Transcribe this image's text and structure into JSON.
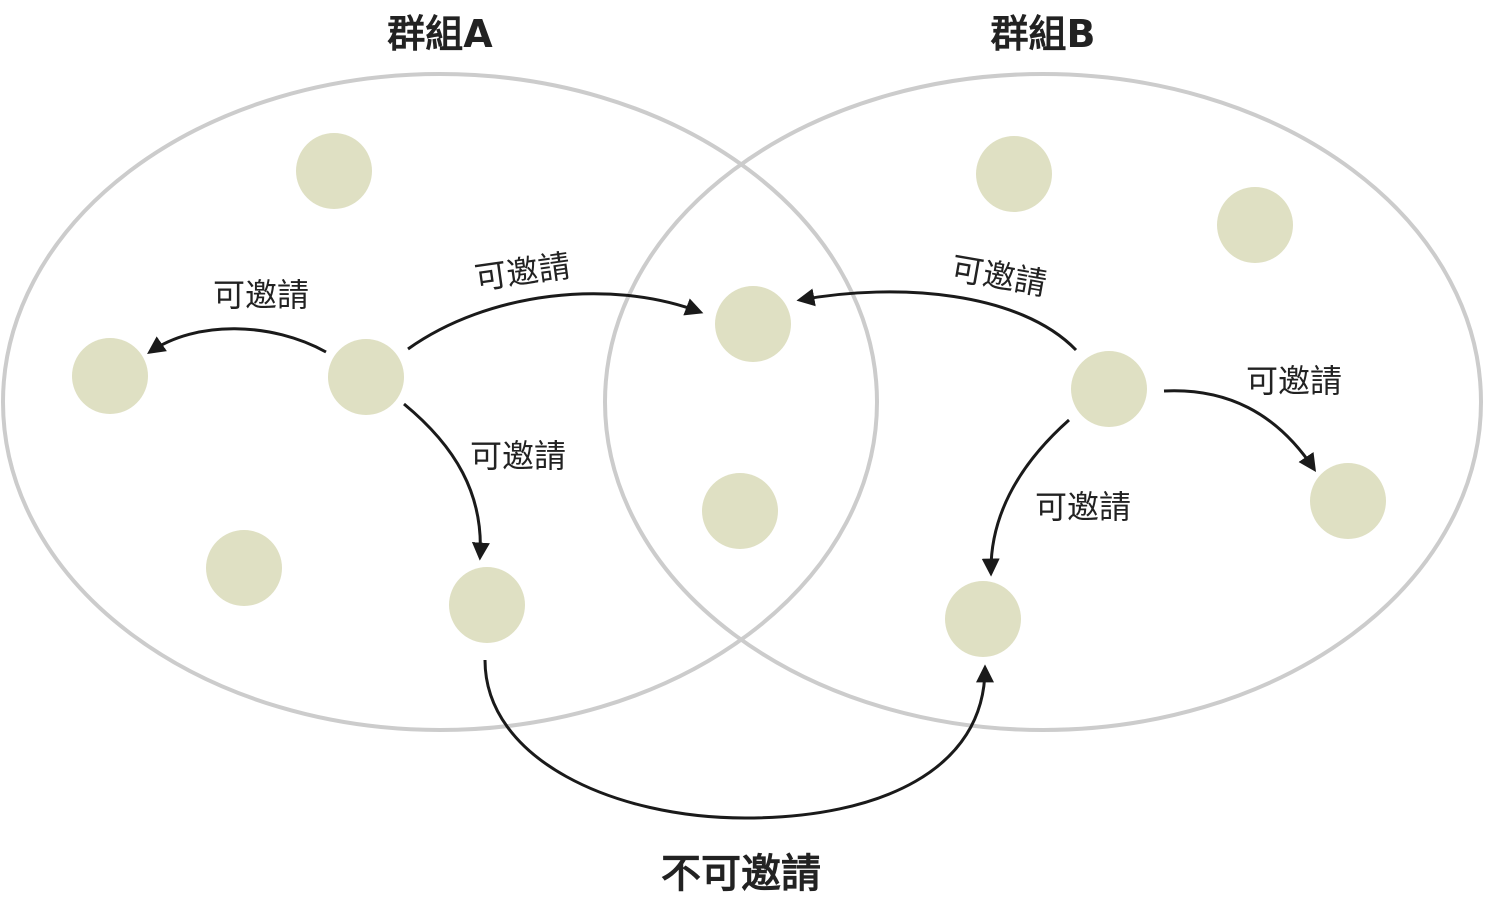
{
  "groups": [
    {
      "id": "A",
      "label": "群組A"
    },
    {
      "id": "B",
      "label": "群組B"
    }
  ],
  "edges": {
    "a_left": "可邀請",
    "a_overlap": "可邀請",
    "a_down": "可邀請",
    "b_overlap": "可邀請",
    "b_right": "可邀請",
    "b_down": "可邀請",
    "cross": "不可邀請"
  },
  "colors": {
    "group_outline": "#cccccc",
    "member_fill": "#dfe0c3",
    "arrow": "#1a1a1a",
    "text": "#222222"
  }
}
